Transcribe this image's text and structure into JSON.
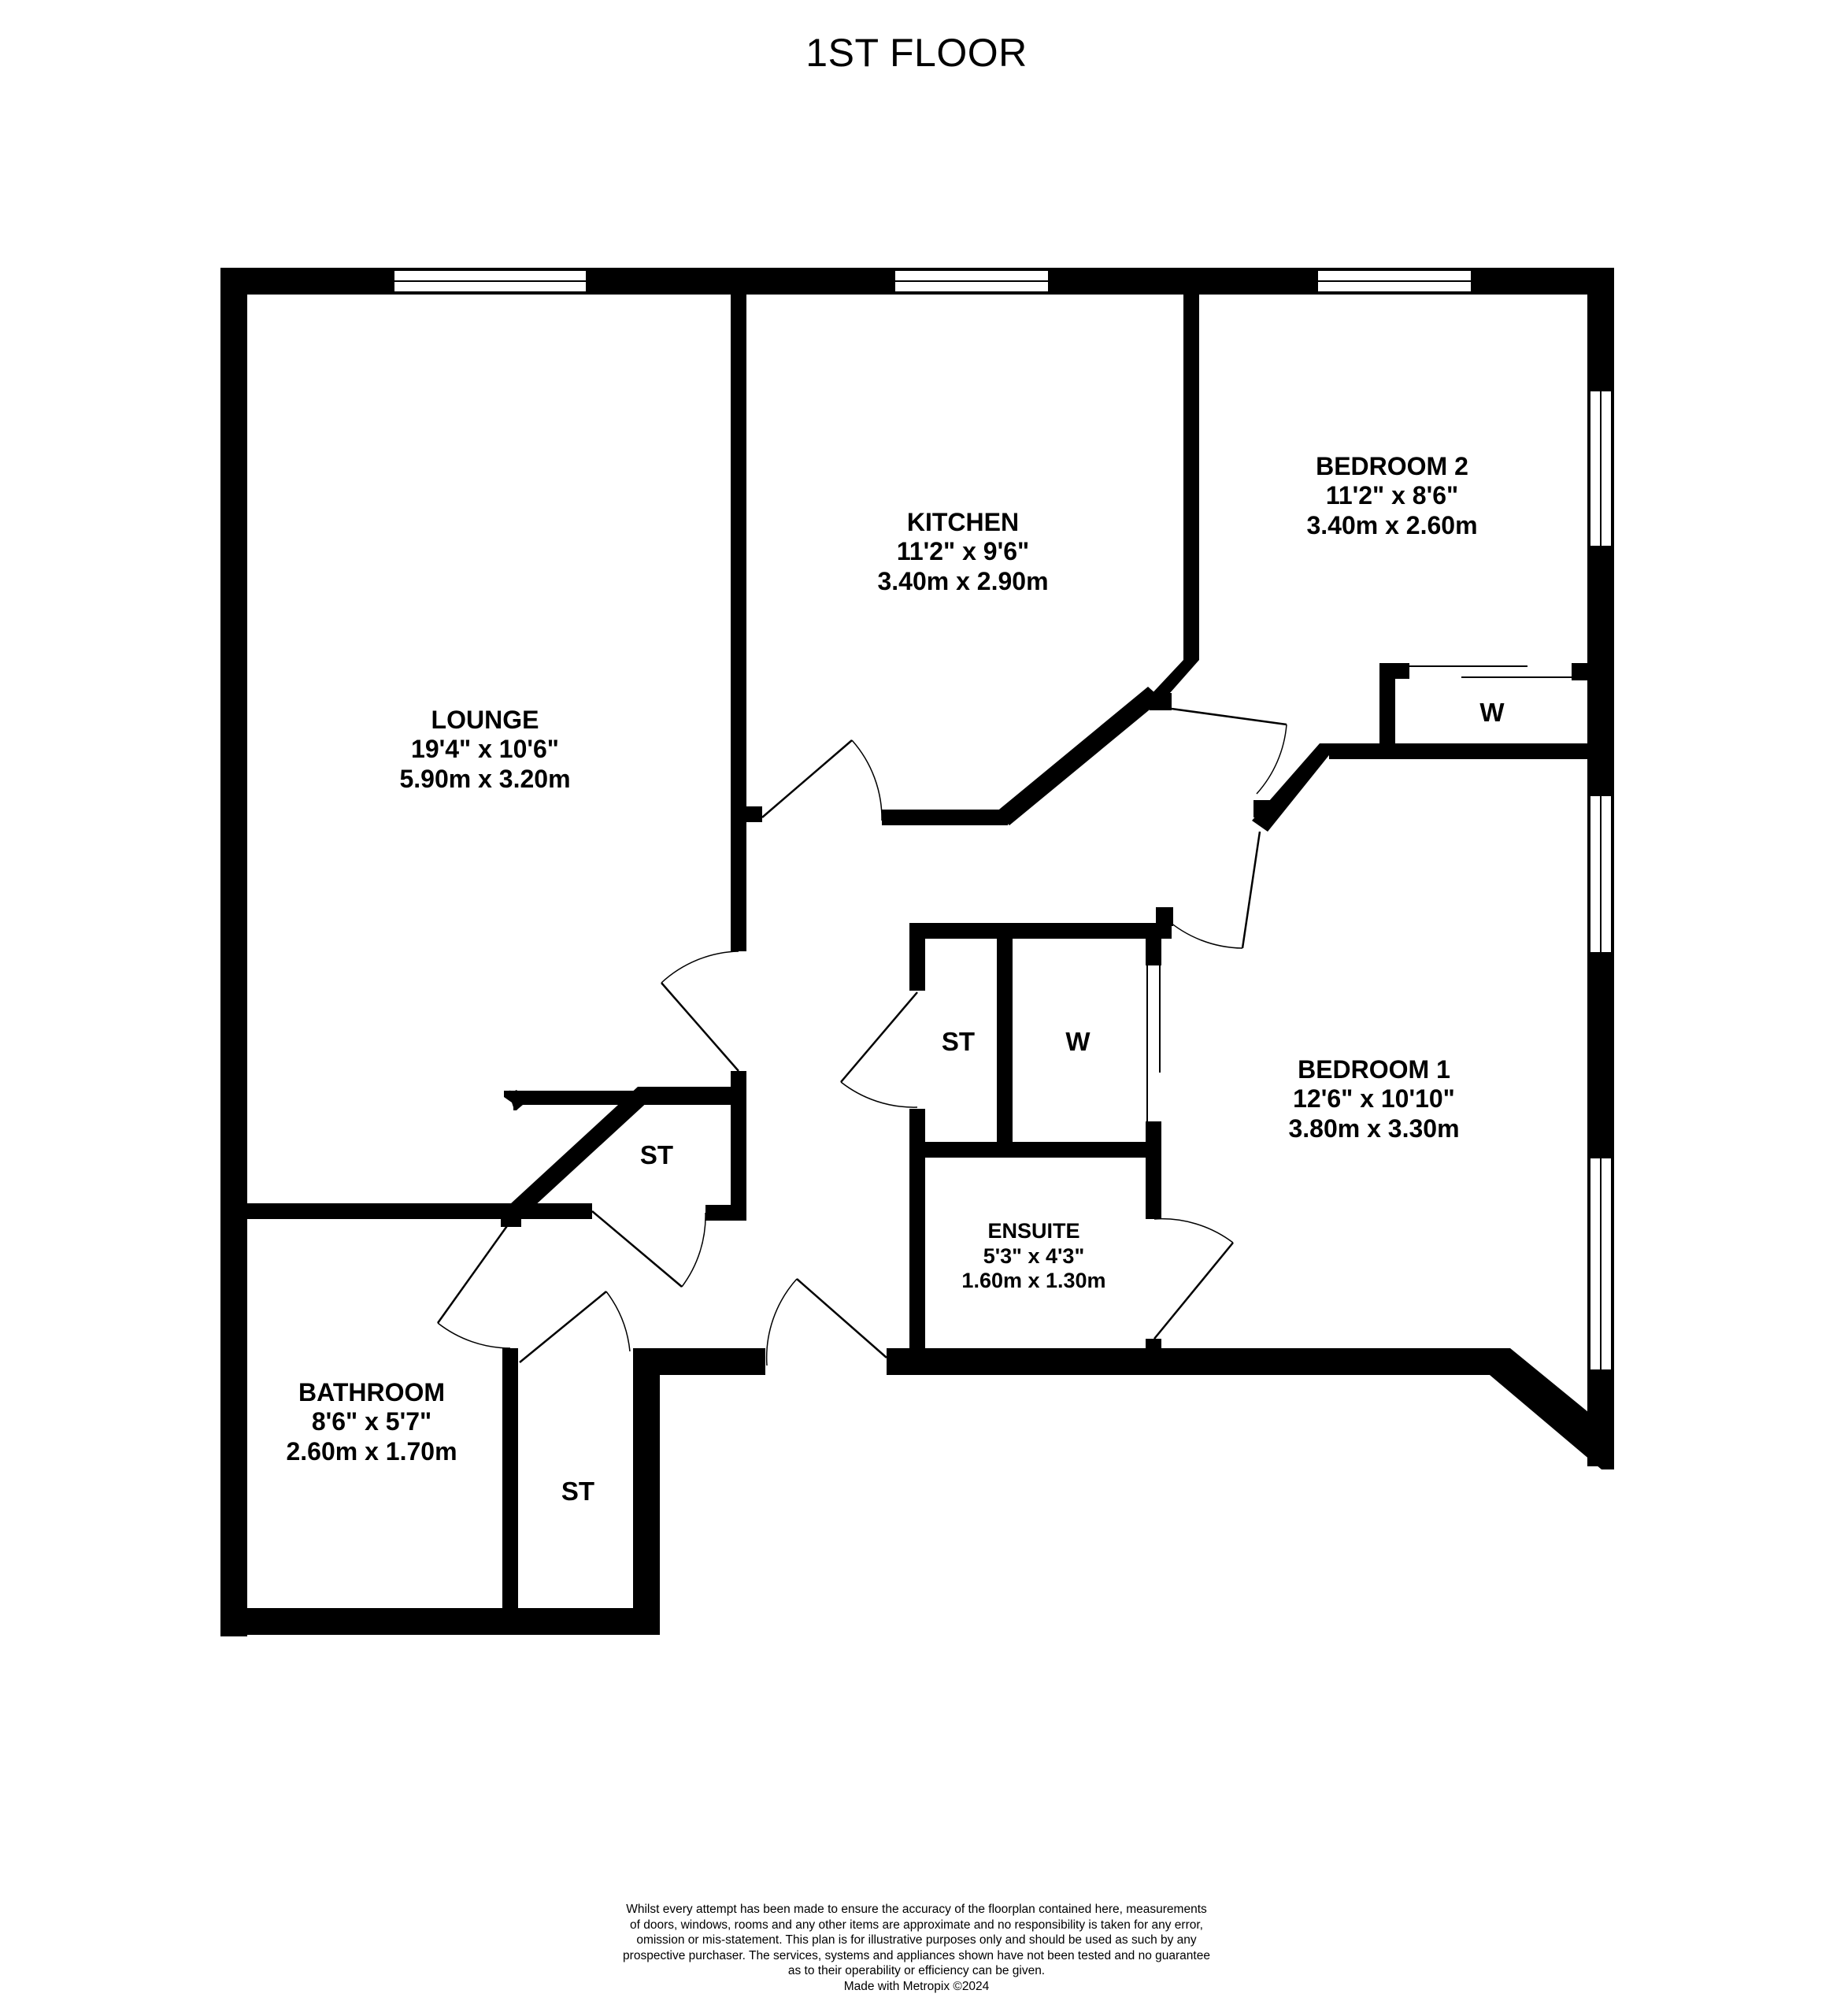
{
  "floor_title": "1ST FLOOR",
  "rooms": {
    "lounge": {
      "name": "LOUNGE",
      "imperial": "19'4\"  x 10'6\"",
      "metric": "5.90m  x 3.20m"
    },
    "kitchen": {
      "name": "KITCHEN",
      "imperial": "11'2\"  x 9'6\"",
      "metric": "3.40m  x 2.90m"
    },
    "bedroom2": {
      "name": "BEDROOM 2",
      "imperial": "11'2\"  x 8'6\"",
      "metric": "3.40m  x 2.60m"
    },
    "bedroom1": {
      "name": "BEDROOM 1",
      "imperial": "12'6\"  x 10'10\"",
      "metric": "3.80m  x 3.30m"
    },
    "ensuite": {
      "name": "ENSUITE",
      "imperial": "5'3\"  x 4'3\"",
      "metric": "1.60m  x 1.30m"
    },
    "bathroom": {
      "name": "BATHROOM",
      "imperial": "8'6\"  x 5'7\"",
      "metric": "2.60m  x 1.70m"
    }
  },
  "small_labels": {
    "wardrobe_bedroom2": "W",
    "wardrobe_bedroom1": "W",
    "store_hall": "ST",
    "store_lounge": "ST",
    "store_bathroom": "ST"
  },
  "disclaimer": [
    "Whilst every attempt has been made to ensure the accuracy of the floorplan contained here, measurements",
    "of doors, windows, rooms and any other items are approximate and no responsibility is taken for any error,",
    "omission or mis-statement. This plan is for illustrative purposes only and should be used as such by any",
    "prospective purchaser. The services, systems and appliances shown have not been tested and no guarantee",
    "as to their operability or efficiency can be given.",
    "Made with Metropix ©2024"
  ]
}
